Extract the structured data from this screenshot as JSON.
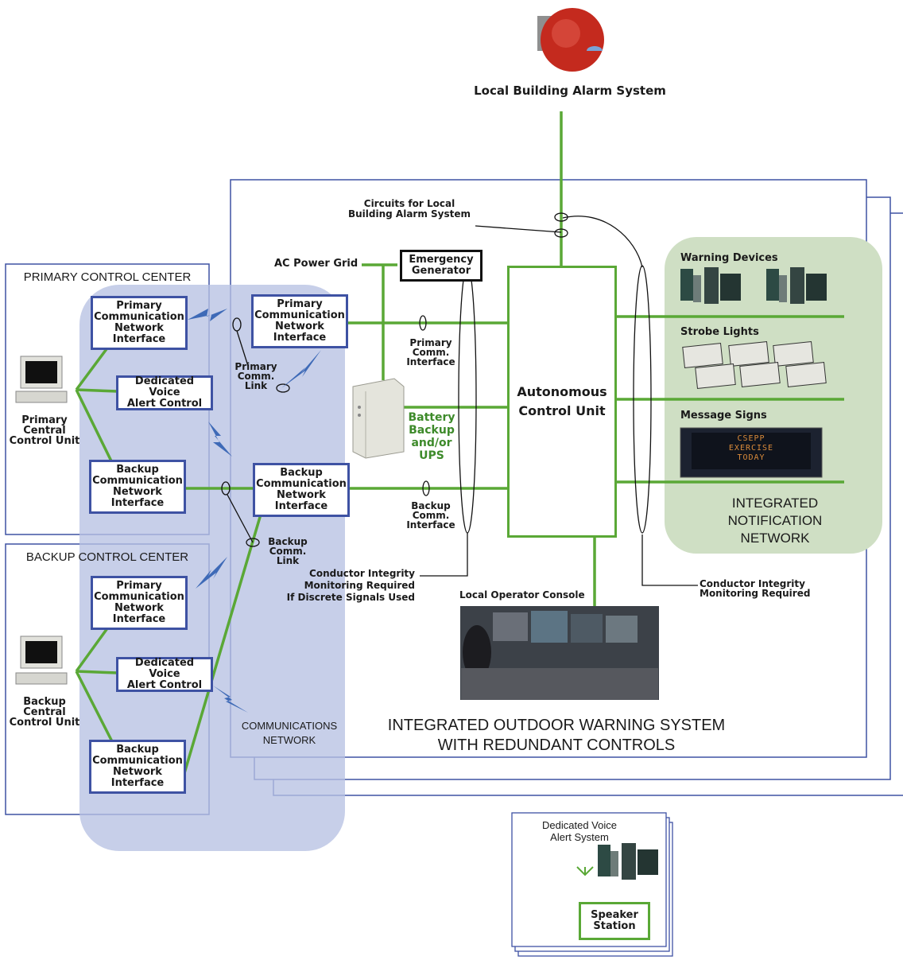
{
  "diagram": {
    "top_alarm_label": "Local Building Alarm System",
    "circuits_label": "Circuits for Local\nBuilding Alarm System",
    "ac_power_label": "AC Power Grid",
    "generator_label": "Emergency\nGenerator",
    "ups_label": "Battery\nBackup\nand/or\nUPS",
    "acu_label": "Autonomous\nControl Unit",
    "local_console_label": "Local Operator Console",
    "conductor_left_label": "Conductor Integrity\nMonitoring Required\nIf Discrete Signals Used",
    "conductor_right_label": "Conductor Integrity\nMonitoring Required",
    "system_title": "INTEGRATED OUTDOOR WARNING SYSTEM\nWITH REDUNDANT CONTROLS",
    "comm_network_label": "COMMUNICATIONS\nNETWORK",
    "primary_center": {
      "title": "PRIMARY CONTROL CENTER",
      "unit_label": "Primary\nCentral\nControl Unit",
      "primary_interface": "Primary\nCommunication\nNetwork\nInterface",
      "voice_control": "Dedicated Voice\nAlert Control",
      "backup_interface": "Backup\nCommunication\nNetwork\nInterface"
    },
    "backup_center": {
      "title": "BACKUP CONTROL CENTER",
      "unit_label": "Backup\nCentral\nControl Unit",
      "primary_interface": "Primary\nCommunication\nNetwork\nInterface",
      "voice_control": "Dedicated Voice\nAlert Control",
      "backup_interface": "Backup\nCommunication\nNetwork\nInterface"
    },
    "site_primary_interface": "Primary\nCommunication\nNetwork\nInterface",
    "site_backup_interface": "Backup\nCommunication\nNetwork\nInterface",
    "primary_comm_link": "Primary\nComm.\nLink",
    "backup_comm_link": "Backup\nComm.\nLink",
    "primary_comm_interface": "Primary\nComm.\nInterface",
    "backup_comm_interface": "Backup\nComm.\nInterface",
    "notification": {
      "warning_devices": "Warning Devices",
      "strobe_lights": "Strobe Lights",
      "message_signs": "Message Signs",
      "sign_text": [
        "CSEPP",
        "EXERCISE",
        "TODAY"
      ],
      "network_label": "INTEGRATED\nNOTIFICATION\nNETWORK"
    },
    "voice_system": {
      "title": "Dedicated Voice\nAlert System",
      "speaker_station": "Speaker\nStation"
    },
    "colors": {
      "blue_line": "#3e52a3",
      "green_line": "#5aa836",
      "comm_region": "#b7c1e3",
      "notification_region": "#cfdfc4",
      "sign_text": "#d98a3a"
    },
    "icons": [
      "alarm-bell-icon",
      "computer-icon",
      "ups-icon",
      "siren-icon",
      "strobe-light-icon",
      "message-sign-icon",
      "console-photo",
      "antenna-icon",
      "lightning-bolt-icon"
    ]
  }
}
